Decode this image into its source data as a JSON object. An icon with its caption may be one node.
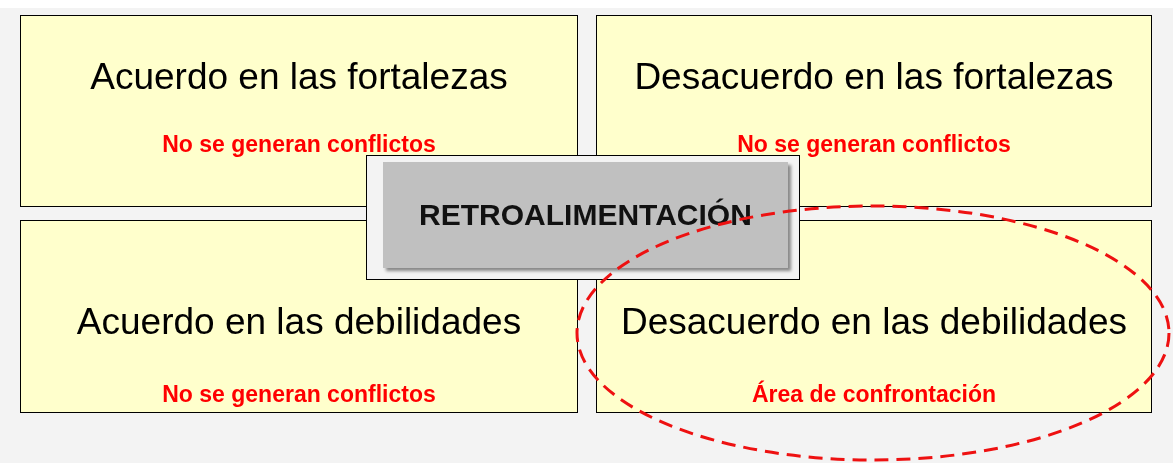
{
  "diagram": {
    "nodes": [
      {
        "text": [
          "Acuerdo en las fortalezas",
          "No se generan conflictos"
        ]
      },
      {
        "text": [
          "Desacuerdo en las fortalezas",
          "No se generan conflictos"
        ]
      },
      {
        "text": [
          "RETROALIMENTACIÓN"
        ]
      },
      {
        "text": [
          "Acuerdo en las debilidades",
          "No se generan conflictos"
        ]
      },
      {
        "text": [
          "Desacuerdo en las debilidades",
          "Área de confrontación"
        ]
      }
    ],
    "edges": []
  }
}
